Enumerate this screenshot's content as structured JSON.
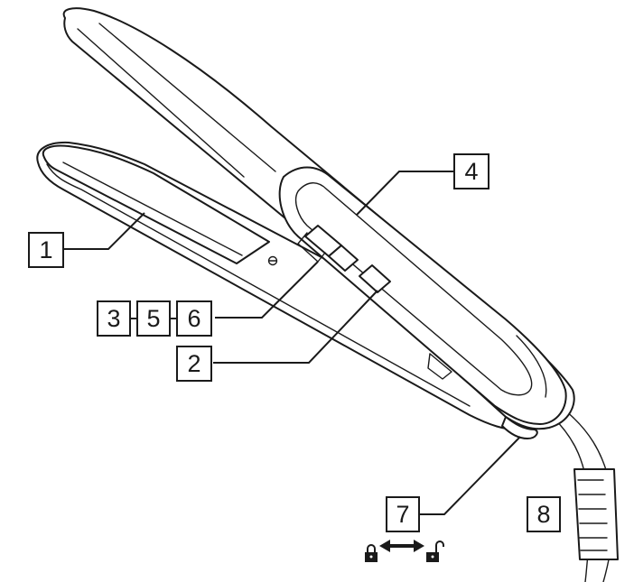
{
  "callouts": {
    "c1": "1",
    "c2": "2",
    "c3": "3",
    "c4": "4",
    "c5": "5",
    "c6": "6",
    "c7": "7",
    "c8": "8"
  },
  "icons": {
    "lock": "lock-icon",
    "unlock": "unlock-icon",
    "arrow": "double-arrow-icon"
  },
  "colors": {
    "line": "#1a1a1a",
    "background": "#ffffff"
  }
}
